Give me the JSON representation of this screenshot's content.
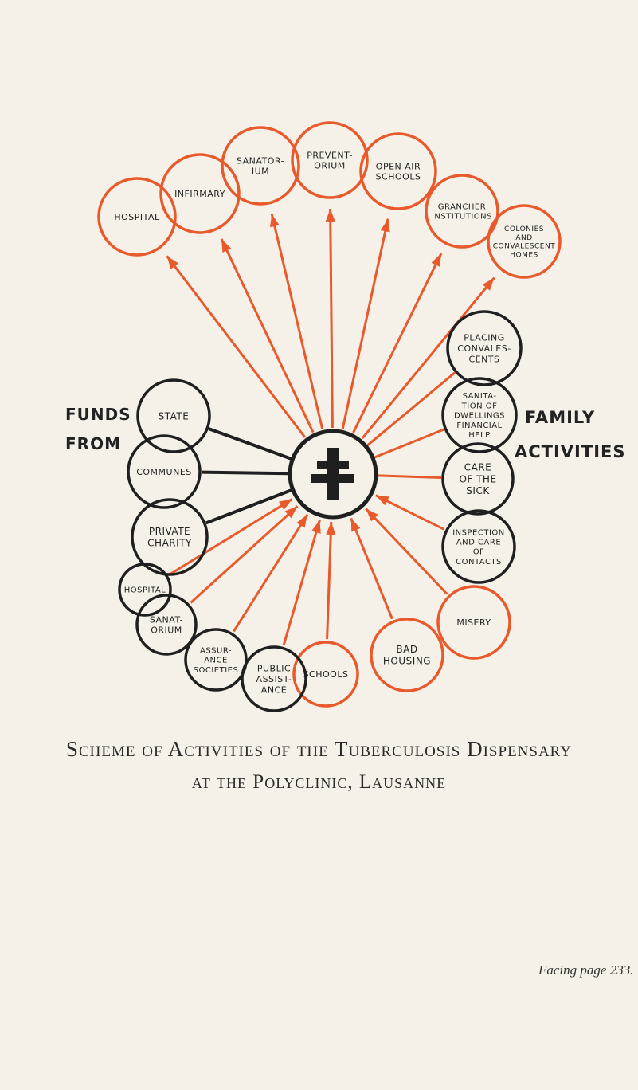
{
  "colors": {
    "orange": "#e8592b",
    "dark": "#1f1f1f",
    "paper": "#f5f1e8"
  },
  "center_symbol": "cross-of-lorraine-icon",
  "side_labels": {
    "funds": "FUNDS",
    "from": "FROM",
    "family": "FAMILY",
    "activities": "ACTIVITIES"
  },
  "nodes": [
    {
      "id": "hospital-top",
      "lines": [
        "HOSPITAL"
      ],
      "group": "orange"
    },
    {
      "id": "infirmary",
      "lines": [
        "INFIRMARY"
      ],
      "group": "orange"
    },
    {
      "id": "sanatorium-top",
      "lines": [
        "SANATOR-",
        "IUM"
      ],
      "group": "orange"
    },
    {
      "id": "preventorium",
      "lines": [
        "PREVENT-",
        "ORIUM"
      ],
      "group": "orange"
    },
    {
      "id": "open-air-schools",
      "lines": [
        "OPEN AIR",
        "SCHOOLS"
      ],
      "group": "orange"
    },
    {
      "id": "grancher-institutions",
      "lines": [
        "GRANCHER",
        "INSTITUTIONS"
      ],
      "group": "orange"
    },
    {
      "id": "colonies-convalescent",
      "lines": [
        "COLONIES",
        "AND",
        "CONVALESCENT",
        "HOMES"
      ],
      "group": "orange"
    },
    {
      "id": "placing-convalescents",
      "lines": [
        "PLACING",
        "CONVALES-",
        "CENTS"
      ],
      "group": "dark"
    },
    {
      "id": "sanitation-dwellings",
      "lines": [
        "SANITA-",
        "TION OF",
        "DWELLINGS",
        "FINANCIAL",
        "HELP"
      ],
      "group": "dark"
    },
    {
      "id": "care-of-sick",
      "lines": [
        "CARE",
        "OF THE",
        "SICK"
      ],
      "group": "dark"
    },
    {
      "id": "inspection-contacts",
      "lines": [
        "INSPECTION",
        "AND CARE",
        "OF",
        "CONTACTS"
      ],
      "group": "dark"
    },
    {
      "id": "misery",
      "lines": [
        "MISERY"
      ],
      "group": "orange"
    },
    {
      "id": "bad-housing",
      "lines": [
        "BAD",
        "HOUSING"
      ],
      "group": "orange"
    },
    {
      "id": "schools",
      "lines": [
        "SCHOOLS"
      ],
      "group": "orange"
    },
    {
      "id": "public-assistance",
      "lines": [
        "PUBLIC",
        "ASSIST-",
        "ANCE"
      ],
      "group": "dark"
    },
    {
      "id": "assurance-societies",
      "lines": [
        "ASSUR-",
        "ANCE",
        "SOCIETIES"
      ],
      "group": "dark"
    },
    {
      "id": "sanatorium-bottom",
      "lines": [
        "SANAT-",
        "ORIUM"
      ],
      "group": "dark"
    },
    {
      "id": "hospital-bottom",
      "lines": [
        "HOSPITAL"
      ],
      "group": "dark"
    },
    {
      "id": "state",
      "lines": [
        "STATE"
      ],
      "group": "dark"
    },
    {
      "id": "communes",
      "lines": [
        "COMMUNES"
      ],
      "group": "dark"
    },
    {
      "id": "private-charity",
      "lines": [
        "PRIVATE",
        "CHARITY"
      ],
      "group": "dark"
    }
  ],
  "caption": {
    "line1": "Scheme of Activities of the Tuberculosis Dispensary",
    "line2": "at the Polyclinic, Lausanne"
  },
  "facing": "Facing page 233."
}
